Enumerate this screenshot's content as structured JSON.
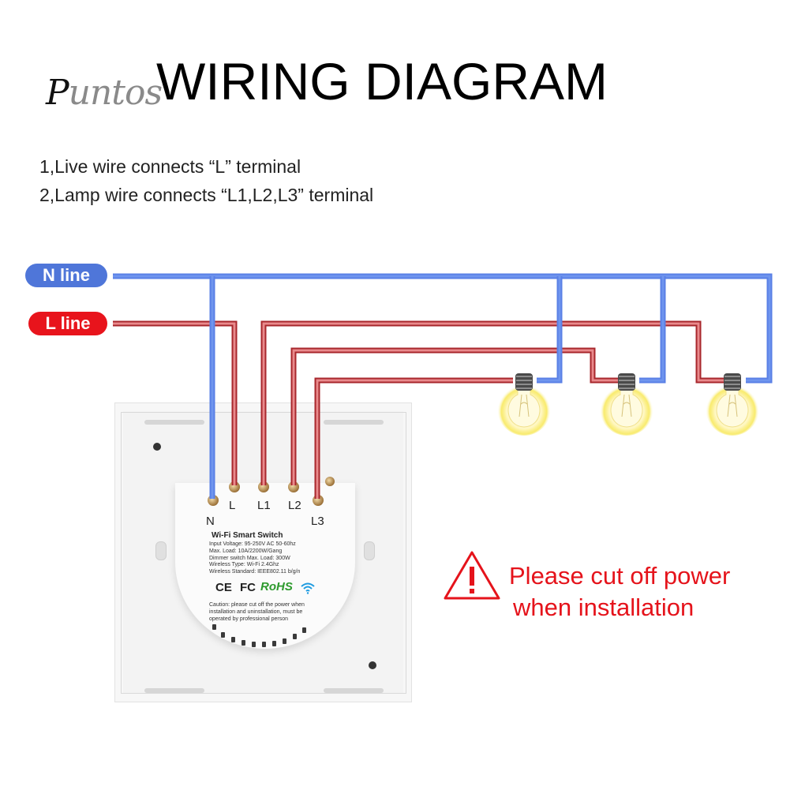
{
  "brand": {
    "logo_text": "Puntos"
  },
  "header": {
    "title": "WIRING DIAGRAM"
  },
  "instructions": [
    "1,Live wire connects “L” terminal",
    "2,Lamp wire connects “L1,L2,L3” terminal"
  ],
  "lines": {
    "neutral": {
      "label": "N line",
      "color": "#4f76d9"
    },
    "live": {
      "label": "L line",
      "color": "#e8141c"
    }
  },
  "wire_colors": {
    "neutral_wire": "#6f95ee",
    "live_wire": "#e98a8c",
    "live_wire_edge": "#a8272c"
  },
  "switch": {
    "terminals": [
      "N",
      "L",
      "L1",
      "L2",
      "L3"
    ],
    "product_name": "Wi-Fi Smart Switch",
    "specs": [
      "Input Voltage: 95-250V AC 50-60hz",
      "Max. Load: 10A/2200W/Gang",
      "Dimmer switch Max. Load: 300W",
      "Wireless Type: Wi-Fi 2.4Ghz",
      "Wireless Standard: IEEE802.11 b/g/n"
    ],
    "certifications": {
      "ce": "CE",
      "fc": "FC",
      "rohs": "RoHS"
    },
    "caution": [
      "Caution: please cut off the power when",
      "installation and uninstallation, must be",
      "operated by professional person"
    ]
  },
  "lamps": [
    {
      "name": "lamp-1",
      "terminal": "L1"
    },
    {
      "name": "lamp-2",
      "terminal": "L2"
    },
    {
      "name": "lamp-3",
      "terminal": "L3"
    }
  ],
  "warning": {
    "icon": "warning-triangle-icon",
    "line1": "Please cut off power",
    "line2": "when installation",
    "color": "#e5131b"
  }
}
